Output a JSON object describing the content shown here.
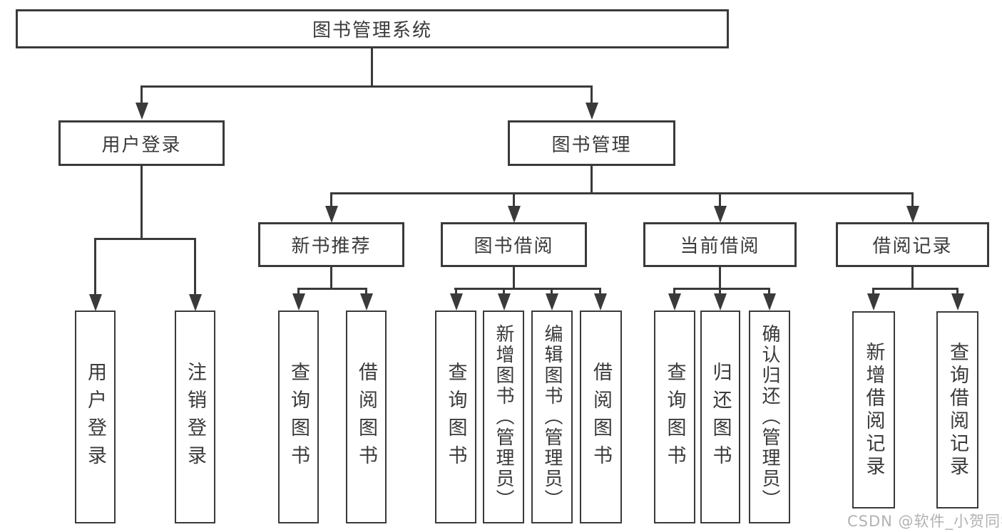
{
  "tree": {
    "root": "图书管理系统",
    "branches": [
      {
        "label": "用户登录",
        "leaves": [
          "用户登录",
          "注销登录"
        ]
      },
      {
        "label": "图书管理",
        "children": [
          {
            "label": "新书推荐",
            "leaves": [
              "查询图书",
              "借阅图书"
            ]
          },
          {
            "label": "图书借阅",
            "leaves": [
              "查询图书",
              "新增图书（管理员）",
              "编辑图书（管理员）",
              "借阅图书"
            ]
          },
          {
            "label": "当前借阅",
            "leaves": [
              "查询图书",
              "归还图书",
              "确认归还（管理员）"
            ]
          },
          {
            "label": "借阅记录",
            "leaves": [
              "新增借阅记录",
              "查询借阅记录"
            ]
          }
        ]
      }
    ]
  },
  "watermark": "CSDN @软件_小贺同学",
  "colors": {
    "line": "#3a3a3a",
    "text": "#3a3a3a",
    "box_fill": "#ffffff",
    "background": "#ffffff",
    "watermark": "#b2b2b2"
  }
}
